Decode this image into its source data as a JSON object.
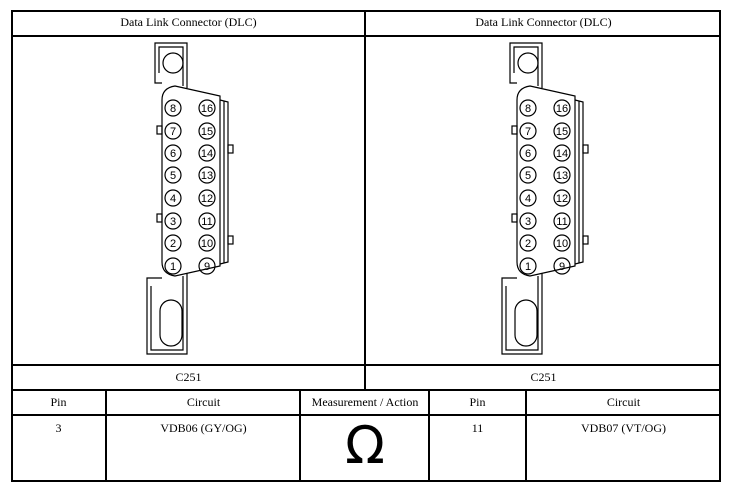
{
  "panels": [
    {
      "title": "Data Link Connector (DLC)",
      "connector_id": "C251"
    },
    {
      "title": "Data Link Connector (DLC)",
      "connector_id": "C251"
    }
  ],
  "pins_left": [
    "8",
    "7",
    "6",
    "5",
    "4",
    "3",
    "2",
    "1"
  ],
  "pins_right": [
    "16",
    "15",
    "14",
    "13",
    "12",
    "11",
    "10",
    "9"
  ],
  "table": {
    "headers": {
      "pin_a": "Pin",
      "circuit_a": "Circuit",
      "measurement": "Measurement / Action",
      "pin_b": "Pin",
      "circuit_b": "Circuit"
    },
    "row": {
      "pin_a": "3",
      "circuit_a": "VDB06 (GY/OG)",
      "measurement_symbol": "Ω",
      "pin_b": "11",
      "circuit_b": "VDB07 (VT/OG)"
    }
  }
}
